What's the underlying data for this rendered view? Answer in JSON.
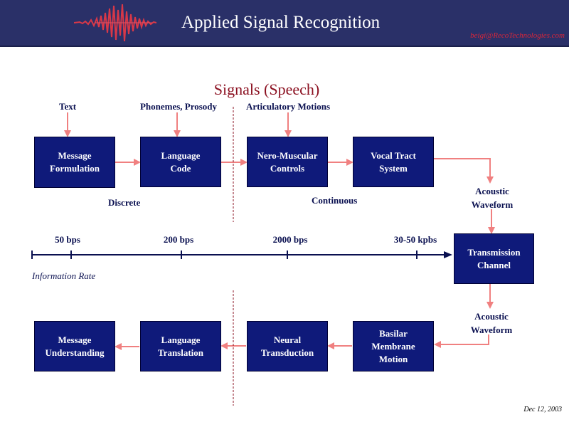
{
  "header": {
    "title": "Applied Signal Recognition",
    "email": "beigi@RecoTechnologies.com"
  },
  "slide_title": "Signals (Speech)",
  "inputs": {
    "text": "Text",
    "phonemes": "Phonemes, Prosody",
    "articulatory": "Articulatory Motions"
  },
  "boxes": {
    "message_formulation": [
      "Message",
      "Formulation"
    ],
    "language_code": [
      "Language",
      "Code"
    ],
    "neuro_muscular": [
      "Nero-Muscular",
      "Controls"
    ],
    "vocal_tract": [
      "Vocal Tract",
      "System"
    ],
    "transmission": [
      "Transmission",
      "Channel"
    ],
    "basilar": [
      "Basilar",
      "Membrane",
      "Motion"
    ],
    "neural": [
      "Neural",
      "Transduction"
    ],
    "language_translation": [
      "Language",
      "Translation"
    ],
    "message_understanding": [
      "Message",
      "Understanding"
    ]
  },
  "labels": {
    "discrete": "Discrete",
    "continuous": "Continuous",
    "acoustic_top": [
      "Acoustic",
      "Waveform"
    ],
    "acoustic_bottom": [
      "Acoustic",
      "Waveform"
    ]
  },
  "rates": [
    "50 bps",
    "200 bps",
    "2000 bps",
    "30-50 kpbs"
  ],
  "info_rate": "Information Rate",
  "date": "Dec 12, 2003"
}
